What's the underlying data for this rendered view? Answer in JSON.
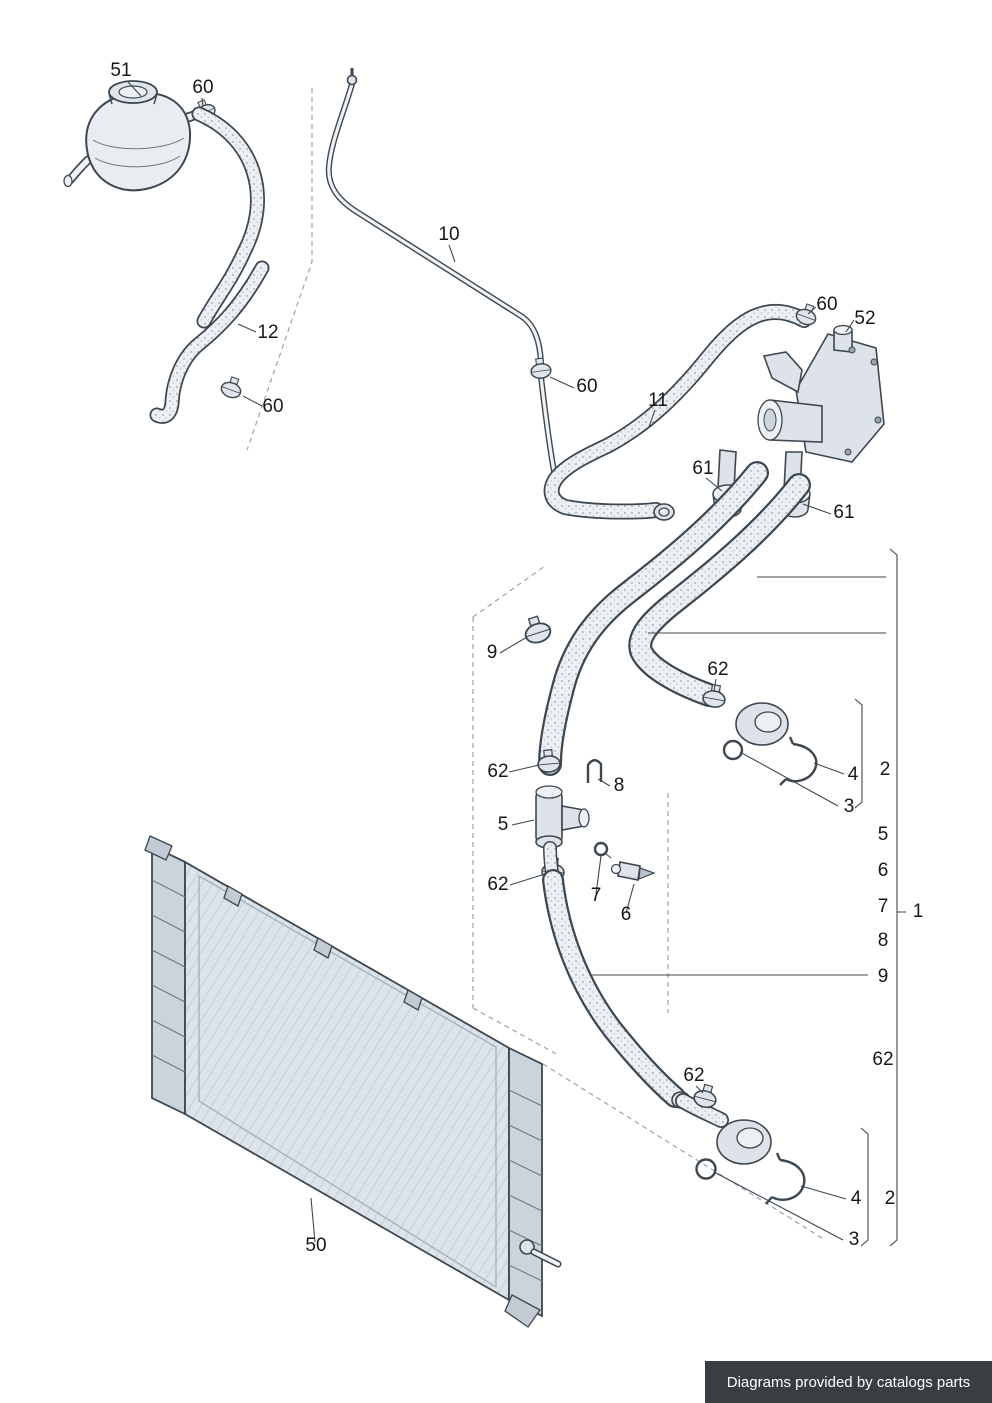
{
  "diagram": {
    "type": "exploded-parts-diagram",
    "callouts": [
      {
        "label": "51"
      },
      {
        "label": "60"
      },
      {
        "label": "10"
      },
      {
        "label": "12"
      },
      {
        "label": "60"
      },
      {
        "label": "60"
      },
      {
        "label": "11"
      },
      {
        "label": "60"
      },
      {
        "label": "52"
      },
      {
        "label": "61"
      },
      {
        "label": "61"
      },
      {
        "label": "9"
      },
      {
        "label": "62"
      },
      {
        "label": "2"
      },
      {
        "label": "4"
      },
      {
        "label": "3"
      },
      {
        "label": "62"
      },
      {
        "label": "8"
      },
      {
        "label": "5"
      },
      {
        "label": "5"
      },
      {
        "label": "6"
      },
      {
        "label": "7"
      },
      {
        "label": "1"
      },
      {
        "label": "8"
      },
      {
        "label": "9"
      },
      {
        "label": "62"
      },
      {
        "label": "7"
      },
      {
        "label": "6"
      },
      {
        "label": "62"
      },
      {
        "label": "62"
      },
      {
        "label": "4"
      },
      {
        "label": "2"
      },
      {
        "label": "3"
      },
      {
        "label": "50"
      }
    ]
  },
  "footer": {
    "text": "Diagrams provided by catalogs parts"
  },
  "colors": {
    "ink": "#3d4750",
    "dash": "#9aa4ad",
    "hose_fill": "#edf0f3",
    "metal_fill": "#dde3e8",
    "radiator_core": "#dce3e9",
    "footer_bg": "#3a3e41",
    "footer_text": "#ffffff"
  }
}
